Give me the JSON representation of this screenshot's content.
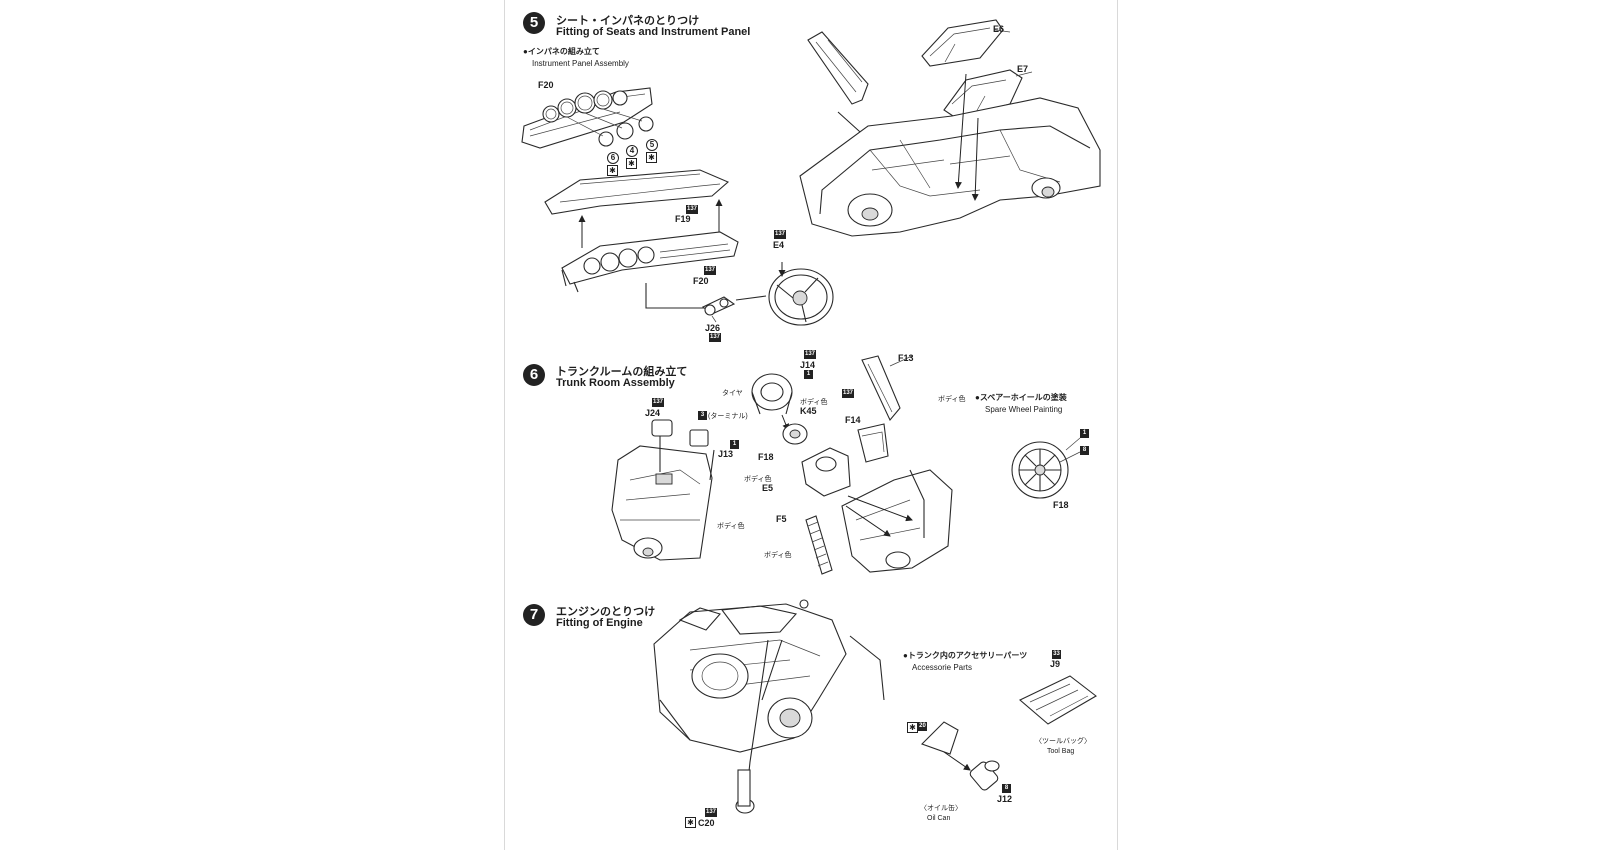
{
  "step5": {
    "number": "5",
    "title_jp": "シート・インパネのとりつけ",
    "title_en": "Fitting of Seats and Instrument Panel",
    "sub_jp": "●インパネの組み立て",
    "sub_en": "Instrument Panel Assembly",
    "labels": {
      "f20_top": "F20",
      "f19": "F19",
      "f20_bottom": "F20",
      "e4": "E4",
      "j26": "J26",
      "e6": "E6",
      "e7": "E7",
      "decal6": "6",
      "decal4": "4",
      "decal5": "5",
      "star": "✱",
      "paint137": "137"
    }
  },
  "step6": {
    "number": "6",
    "title_jp": "トランクルームの組み立て",
    "title_en": "Trunk Room Assembly",
    "labels": {
      "j24": "J24",
      "terminal": "(ターミナル)",
      "j13": "J13",
      "body_color": "ボディ色",
      "tire": "タイヤ",
      "k45": "K45",
      "f18": "F18",
      "e5": "E5",
      "f5": "F5",
      "f13": "F13",
      "f14": "F14",
      "j14": "J14",
      "paint137": "137",
      "paint1": "1",
      "paint3": "3",
      "paint8": "8"
    },
    "spare_jp": "●スペアーホイールの塗装",
    "spare_en": "Spare Wheel Painting",
    "spare_part": "F18"
  },
  "step7": {
    "number": "7",
    "title_jp": "エンジンのとりつけ",
    "title_en": "Fitting of Engine",
    "acc_jp": "●トランク内のアクセサリーパーツ",
    "acc_en": "Accessorie Parts",
    "labels": {
      "c20": "C20",
      "j9": "J9",
      "j12": "J12",
      "toolbag_jp": "〈ツールバッグ〉",
      "toolbag_en": "Tool Bag",
      "oilcan_jp": "〈オイル缶〉",
      "oilcan_en": "Oil Can",
      "paint137": "137",
      "paint33": "33",
      "paint20": "20",
      "paint8": "8"
    }
  }
}
